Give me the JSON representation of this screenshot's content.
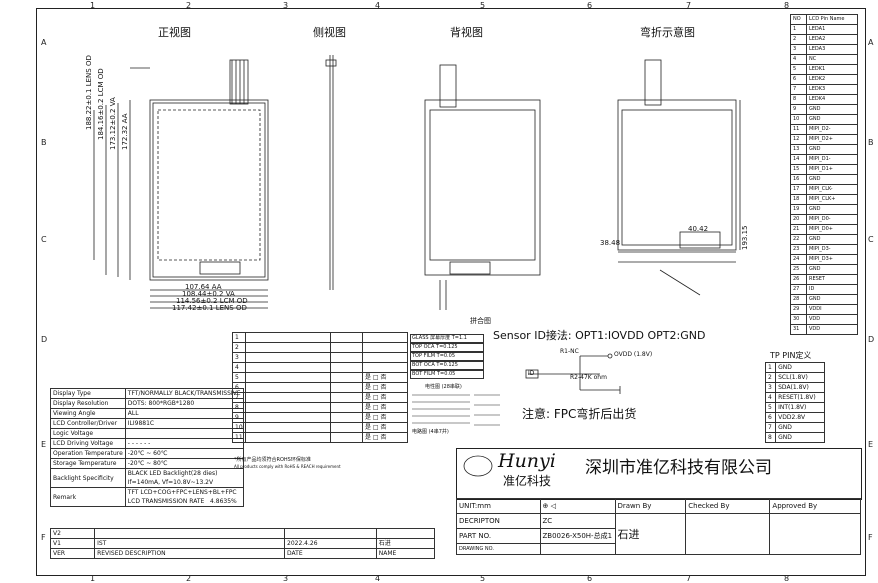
{
  "frame": {
    "top_numbers": [
      "1",
      "2",
      "3",
      "4",
      "5",
      "6",
      "7",
      "8"
    ],
    "side_letters": [
      "A",
      "B",
      "C",
      "D",
      "E",
      "F"
    ]
  },
  "views": {
    "front": "正视图",
    "side": "侧视图",
    "back": "背视图",
    "bend": "弯折示意图",
    "bottom_note": "拼合图"
  },
  "dims": {
    "front_w1": "107.64 AA",
    "front_w2": "108.44±0.2 VA",
    "front_w3": "114.56±0.2 LCM OD",
    "front_w4": "117.42±0.1 LENS OD",
    "front_h1": "172.32 AA",
    "front_h2": "173.12±0.2 VA",
    "front_h3": "184.16±0.2 LCM OD",
    "front_h4": "188.22±0.1 LENS OD",
    "bend_h": "193.15",
    "bend_w": "40.42",
    "bend_left": "38.48"
  },
  "sensor": "Sensor ID接法: OPT1:IOVDD  OPT2:GND",
  "note": "注意: FPC弯折后出货",
  "pin_table": {
    "header": [
      "NO",
      "LCD Pin Name"
    ],
    "rows": [
      [
        "1",
        "LEDA1"
      ],
      [
        "2",
        "LEDA2"
      ],
      [
        "3",
        "LEDA3"
      ],
      [
        "4",
        "NC"
      ],
      [
        "5",
        "LEDK1"
      ],
      [
        "6",
        "LEDK2"
      ],
      [
        "7",
        "LEDK3"
      ],
      [
        "8",
        "LEDK4"
      ],
      [
        "9",
        "GND"
      ],
      [
        "10",
        "GND"
      ],
      [
        "11",
        "MIPI_D2-"
      ],
      [
        "12",
        "MIPI_D2+"
      ],
      [
        "13",
        "GND"
      ],
      [
        "14",
        "MIPI_D1-"
      ],
      [
        "15",
        "MIPI_D1+"
      ],
      [
        "16",
        "GND"
      ],
      [
        "17",
        "MIPI_CLK-"
      ],
      [
        "18",
        "MIPI_CLK+"
      ],
      [
        "19",
        "GND"
      ],
      [
        "20",
        "MIPI_D0-"
      ],
      [
        "21",
        "MIPI_D0+"
      ],
      [
        "22",
        "GND"
      ],
      [
        "23",
        "MIPI_D3-"
      ],
      [
        "24",
        "MIPI_D3+"
      ],
      [
        "25",
        "GND"
      ],
      [
        "26",
        "RESET"
      ],
      [
        "27",
        "ID"
      ],
      [
        "28",
        "GND"
      ],
      [
        "29",
        "VDDI"
      ],
      [
        "30",
        "VDD"
      ],
      [
        "31",
        "VDD"
      ]
    ]
  },
  "tp_pin": {
    "title": "TP PIN定义",
    "rows": [
      [
        "1",
        "GND"
      ],
      [
        "2",
        "SCL(1.8V)"
      ],
      [
        "3",
        "SDA(1.8V)"
      ],
      [
        "4",
        "RESET(1.8V)"
      ],
      [
        "5",
        "INT(1.8V)"
      ],
      [
        "6",
        "VDD2.8V"
      ],
      [
        "7",
        "GND"
      ],
      [
        "8",
        "GND"
      ]
    ]
  },
  "specs": [
    [
      "Display Type",
      "TFT/NORMALLY BLACK/TRANSMISSIVE"
    ],
    [
      "Display Resolution",
      "DOTS: 800*RGB*1280"
    ],
    [
      "Viewing Angle",
      "ALL"
    ],
    [
      "LCD Controller/Driver",
      "ILI9881C"
    ],
    [
      "Logic Voltage",
      ""
    ],
    [
      "LCD Driving Voltage",
      "- - - - - -"
    ],
    [
      "Operation Temperature",
      "-20℃ ~ 60℃"
    ],
    [
      "Storage Temperature",
      "-20℃ ~ 80℃"
    ],
    [
      "Backlight Specificity",
      "BLACK LED Backlight(28 dies)\nIf=140mA, Vf=10.8V~13.2V"
    ],
    [
      "Remark",
      "TFT LCD+COG+FPC+LENS+BL+FPC\nLCD TRANSMISSION RATE   4.8635%"
    ]
  ],
  "top_table_rows": [
    "1",
    "2",
    "3",
    "4",
    "5",
    "6",
    "7",
    "8",
    "9",
    "10",
    "11"
  ],
  "checks": [
    [
      "是",
      "否"
    ],
    [
      "是",
      "否"
    ],
    [
      "是",
      "否"
    ],
    [
      "是",
      "否"
    ],
    [
      "是",
      "否"
    ],
    [
      "是",
      "否"
    ],
    [
      "是",
      "否"
    ]
  ],
  "notes_small": {
    "n1": "*所有产品均须符合ROHS环保标准",
    "n2": "All products comply with RoHS & REACH requirement",
    "elec": "电性图 (28串联)",
    "elec2": "电路图 (4串7并)"
  },
  "labels_bottom": [
    "GLASS 屏幕厚度 T=1.1",
    "TOP OCA T=0.125",
    "TOP FILM T=0.05",
    "BOT OCA T=0.125",
    "BOT FILM T=0.05"
  ],
  "circuit": {
    "r1": "R1-NC",
    "vcc": "OVDD (1.8V)",
    "id": "ID",
    "r2": "R2-47K ohm"
  },
  "company": {
    "brand": "Hunyi",
    "brand_cn": "准亿科技",
    "name": "深圳市准亿科技有限公司"
  },
  "title_block": {
    "unit": "UNIT:mm",
    "drawn": "Drawn By",
    "checked": "Checked By",
    "approved": "Approved By",
    "descr": "DECRIPTON",
    "descr_val": "ZC",
    "partno": "PART NO.",
    "partno_val": "ZB0026-X50H-总成1",
    "drawing": "DRAWING NO.",
    "drawer": "石进"
  },
  "revision": {
    "rows": [
      [
        "V2",
        "",
        "",
        ""
      ],
      [
        "V1",
        "IST",
        "2022.4.26",
        "石进"
      ]
    ],
    "headers": [
      "VER",
      "REVISED DESCRIPTION",
      "DATE",
      "NAME"
    ]
  }
}
